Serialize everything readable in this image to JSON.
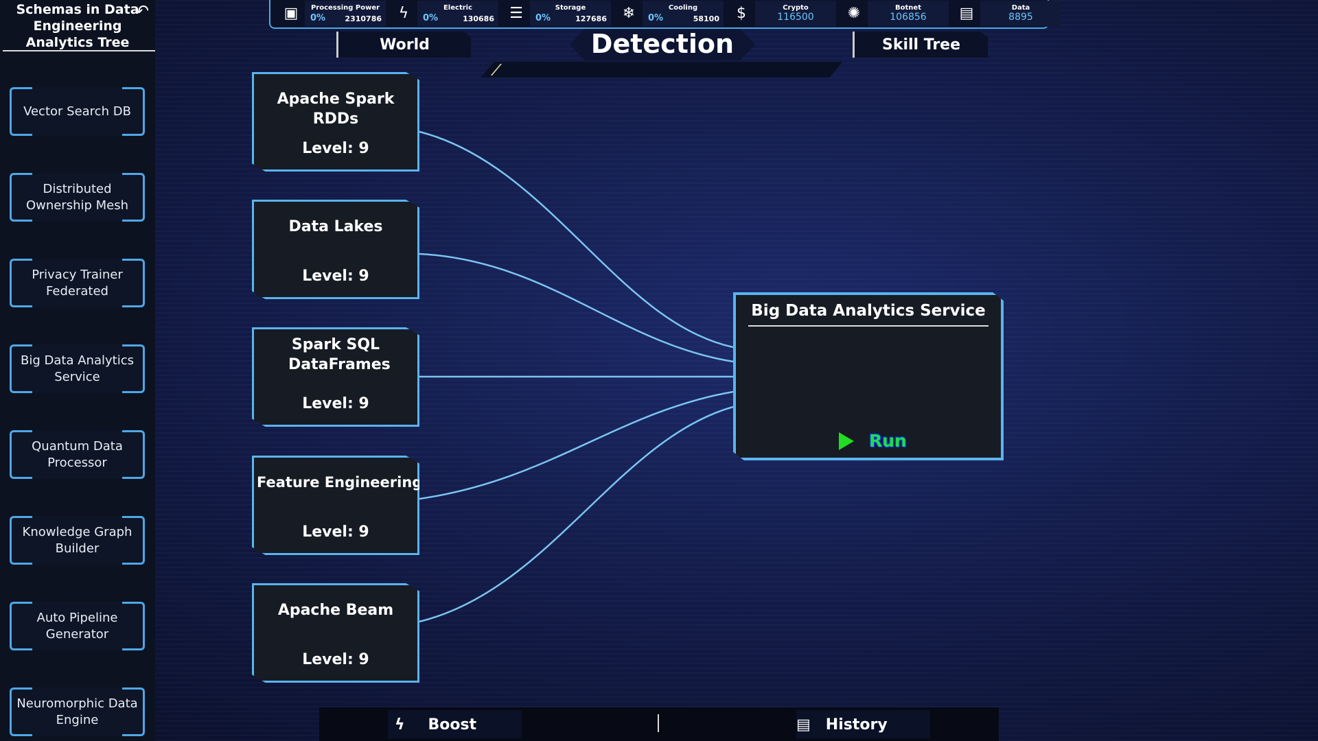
{
  "sidebar": {
    "title": "Schemas in Data Engineering Analytics Tree",
    "items": [
      {
        "label": "Vector Search DB"
      },
      {
        "label": "Distributed Ownership Mesh"
      },
      {
        "label": "Privacy Trainer Federated"
      },
      {
        "label": "Big Data Analytics Service"
      },
      {
        "label": "Quantum Data Processor"
      },
      {
        "label": "Knowledge Graph Builder"
      },
      {
        "label": "Auto Pipeline Generator"
      },
      {
        "label": "Neuromorphic Data Engine"
      }
    ]
  },
  "resources": [
    {
      "label": "Processing Power",
      "percent": "0%",
      "value": "2310786",
      "icon": "cpu-icon"
    },
    {
      "label": "Electric",
      "percent": "0%",
      "value": "130686",
      "icon": "electric-icon"
    },
    {
      "label": "Storage",
      "percent": "0%",
      "value": "127686",
      "icon": "storage-icon"
    },
    {
      "label": "Cooling",
      "percent": "0%",
      "value": "58100",
      "icon": "snowflake-icon"
    },
    {
      "label": "Crypto",
      "value": "116500",
      "icon": "coin-icon"
    },
    {
      "label": "Botnet",
      "value": "106856",
      "icon": "botnet-icon"
    },
    {
      "label": "Data",
      "value": "8895",
      "icon": "folder-chart-icon"
    }
  ],
  "tabs": {
    "world": "World",
    "title": "Detection",
    "skill_tree": "Skill Tree"
  },
  "detection_progress": 0.02,
  "inputs": [
    {
      "title": "Apache Spark RDDs",
      "level": "Level: 9"
    },
    {
      "title": "Data Lakes",
      "level": "Level: 9"
    },
    {
      "title": "Spark SQL DataFrames",
      "level": "Level: 9"
    },
    {
      "title": "Feature Engineering",
      "level": "Level: 9"
    },
    {
      "title": "Apache Beam",
      "level": "Level: 9"
    }
  ],
  "target": {
    "title": "Big Data Analytics Service",
    "run_label": "Run"
  },
  "bottom": {
    "boost": "Boost",
    "history": "History"
  },
  "colors": {
    "accent": "#5ab4ee",
    "run": "#22dd22"
  }
}
